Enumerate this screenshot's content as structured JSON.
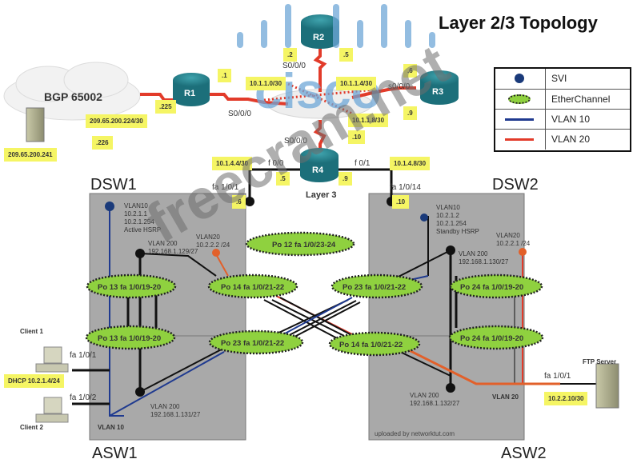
{
  "title": "Layer 2/3 Topology",
  "logo": "cisco",
  "watermark": "freecram.net",
  "credit": "uploaded by networktut.com",
  "legend": [
    {
      "icon": "svi-dot-icon",
      "label": "SVI",
      "color": "#1a3a7a"
    },
    {
      "icon": "etherchannel-ellipse-icon",
      "label": "EtherChannel",
      "color": "#8fd13f"
    },
    {
      "icon": "vlan10-line-icon",
      "label": "VLAN 10",
      "color": "#1f3a8f"
    },
    {
      "icon": "vlan20-line-icon",
      "label": "VLAN  20",
      "color": "#e23b2a"
    }
  ],
  "bgp": {
    "label": "BGP 65002",
    "server_ip": "209.65.200.241",
    "subnet": "209.65.200.224/30",
    "isp_ip": ".226",
    "r1_ip": ".225"
  },
  "routers": {
    "r1": {
      "name": "R1",
      "ip": ".1",
      "iface": "S0/0/0"
    },
    "r2": {
      "name": "R2",
      "ip_a": ".2",
      "ip_b": ".5",
      "iface": "S0/0/0"
    },
    "r3": {
      "name": "R3",
      "ip_a": ".6",
      "ip_b": ".9",
      "iface": "s0/0/0"
    },
    "r4": {
      "name": "R4",
      "ip_serial": ".10",
      "iface_serial": "S0/0/0",
      "f00": "f 0/0",
      "f01": "f 0/1",
      "ip_f00": ".5",
      "ip_f01": ".9",
      "layer": "Layer 3"
    }
  },
  "subnets": {
    "r1r2": "10.1.1.0/30",
    "r2r3": "10.1.1.4/30",
    "r3r4": "10.1.1.8/30",
    "r4dsw1": "10.1.4.4/30",
    "r4dsw2": "10.1.4.8/30"
  },
  "dsw1": {
    "name": "DSW1",
    "uplink_iface": "fa 1/0/1",
    "uplink_ip": ".6",
    "vlan10": [
      "VLAN10",
      "10.2.1.1",
      "10.2.1.254",
      "Active HSRP"
    ],
    "vlan20": [
      "VLAN20",
      "10.2.2.2 /24"
    ],
    "vlan200": [
      "VLAN 200",
      "192.168.1.129/27"
    ]
  },
  "dsw2": {
    "name": "DSW2",
    "uplink_iface": "fa 1/0/14",
    "uplink_ip": ".10",
    "vlan10": [
      "VLAN10",
      "10.2.1.2",
      "10.2.1.254",
      "Standby HSRP"
    ],
    "vlan20": [
      "VLAN20",
      "10.2.2.1 /24"
    ],
    "vlan200": [
      "VLAN 200",
      "192.168.1.130/27"
    ]
  },
  "asw1": {
    "name": "ASW1",
    "vlan10": "VLAN 10",
    "vlan200": [
      "VLAN 200",
      "192.168.1.131/27"
    ]
  },
  "asw2": {
    "name": "ASW2",
    "vlan20": "VLAN 20",
    "vlan200": [
      "VLAN 200",
      "192.168.1.132/27"
    ]
  },
  "etherchannels": {
    "po12": "Po 12  fa 1/0/23-24",
    "po13_dsw1": "Po 13  fa 1/0/19-20",
    "po14_dsw1": "Po 14  fa 1/0/21-22",
    "po23_dsw2": "Po 23  fa 1/0/21-22",
    "po24_dsw2": "Po 24  fa 1/0/19-20",
    "po13_asw1": "Po 13  fa 1/0/19-20",
    "po23_asw1": "Po 23  fa 1/0/21-22",
    "po14_asw2": "Po 14  fa 1/0/21-22",
    "po24_asw2": "Po 24  fa 1/0/19-20"
  },
  "clients": {
    "client1": "Client 1",
    "client2": "Client 2",
    "port1": "fa 1/0/1",
    "port2": "fa 1/0/2",
    "dhcp": "DHCP 10.2.1.4/24"
  },
  "ftp": {
    "name": "FTP Server",
    "port": "fa 1/0/1",
    "ip": "10.2.2.10/30"
  }
}
